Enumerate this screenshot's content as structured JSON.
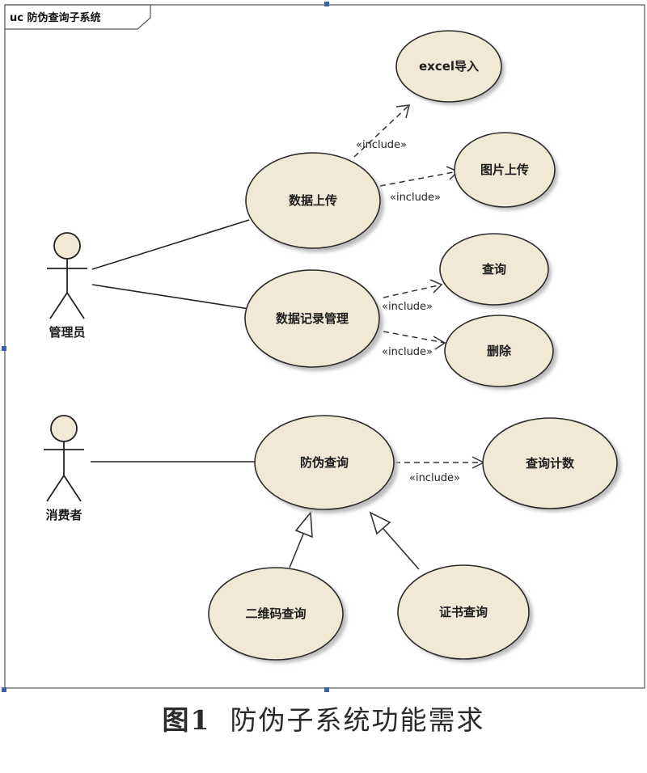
{
  "frame": {
    "title": "uc 防伪查询子系统"
  },
  "actors": [
    {
      "id": "admin",
      "label": "管理员"
    },
    {
      "id": "consumer",
      "label": "消费者"
    }
  ],
  "use_cases": {
    "data_upload": "数据上传",
    "excel_import": "excel导入",
    "image_upload": "图片上传",
    "record_manage": "数据记录管理",
    "query": "查询",
    "delete": "删除",
    "anti_fake_query": "防伪查询",
    "query_count": "查询计数",
    "qr_query": "二维码查询",
    "cert_query": "证书查询"
  },
  "relations": {
    "include_label": "«include»"
  },
  "caption": {
    "label": "图1",
    "text": "防伪子系统功能需求"
  }
}
